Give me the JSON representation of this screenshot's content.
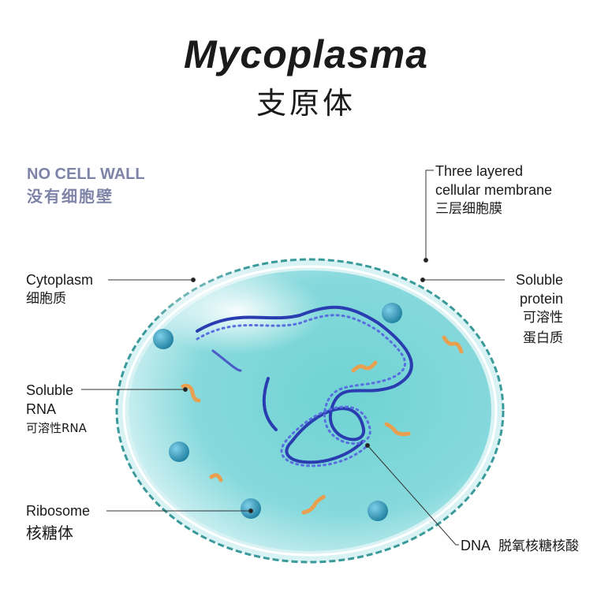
{
  "title": "Mycoplasma",
  "subtitle": "支原体",
  "no_cell_wall": {
    "en": "NO CELL WALL",
    "zh": "没有细胞壁"
  },
  "labels": {
    "membrane": {
      "en1": "Three layered",
      "en2": "cellular membrane",
      "zh": "三层细胞膜"
    },
    "cytoplasm": {
      "en": "Cytoplasm",
      "zh": "细胞质"
    },
    "soluble_protein": {
      "en1": "Soluble",
      "en2": "protein",
      "zh1": "可溶性",
      "zh2": "蛋白质"
    },
    "soluble_rna": {
      "en1": "Soluble",
      "en2": "RNA",
      "zh": "可溶性RNA"
    },
    "ribosome": {
      "en": "Ribosome",
      "zh": "核糖体"
    },
    "dna": {
      "en": "DNA",
      "zh": "脱氧核糖核酸"
    }
  },
  "colors": {
    "cell": "#7fd6d8",
    "membrane": "#3a9a9a",
    "dna": "#2a3db0",
    "ribosome": "#2f8fb0",
    "rna": "#e8a050",
    "accent_text": "#7e83a8"
  }
}
